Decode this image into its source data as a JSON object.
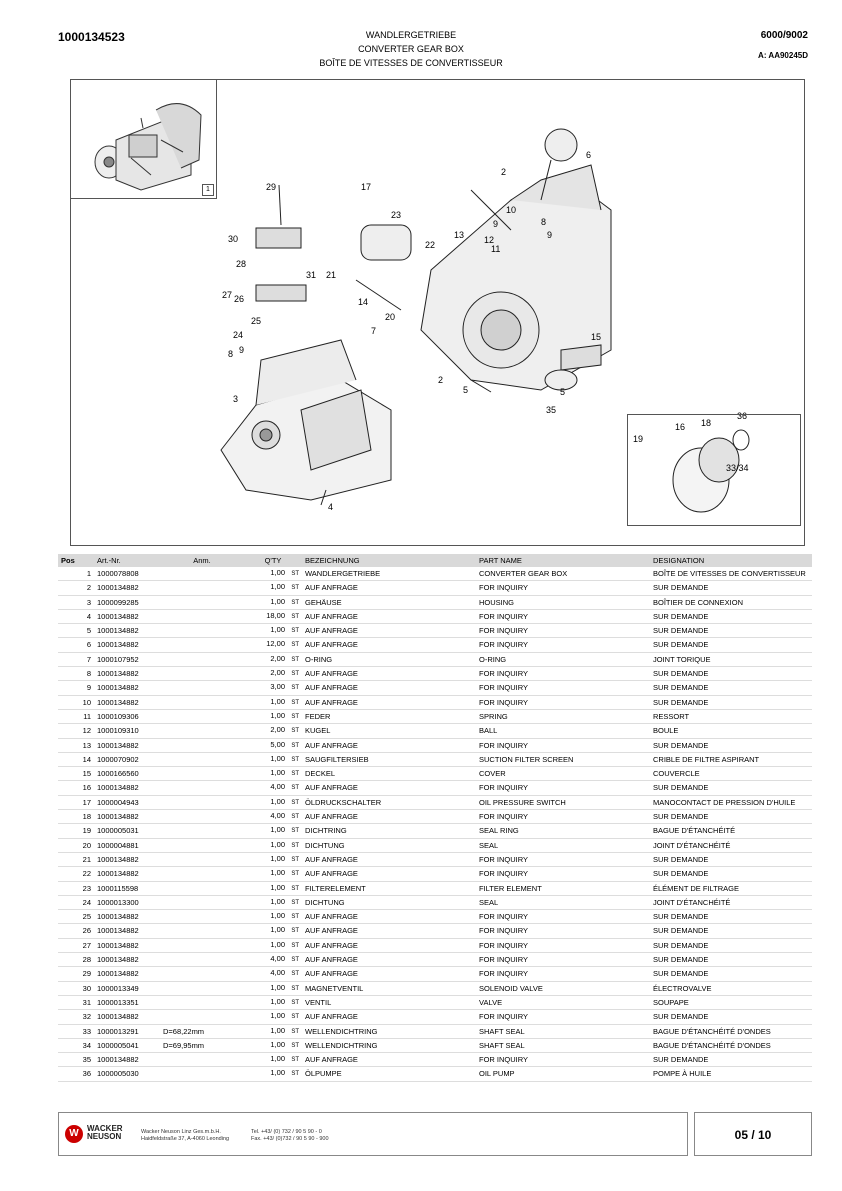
{
  "header": {
    "doc_number": "1000134523",
    "title_de": "WANDLERGETRIEBE",
    "title_en": "CONVERTER GEAR BOX",
    "title_fr": "BOÎTE DE VITESSES DE CONVERTISSEUR",
    "code": "6000/9002",
    "code_a": "A: AA90245D"
  },
  "figure": {
    "thumb_number": "1",
    "callouts": [
      {
        "id": "c1",
        "label": "2"
      },
      {
        "id": "c2",
        "label": "6"
      },
      {
        "id": "c3",
        "label": "29"
      },
      {
        "id": "c4",
        "label": "17"
      },
      {
        "id": "c5",
        "label": "23"
      },
      {
        "id": "c6",
        "label": "10"
      },
      {
        "id": "c7",
        "label": "8"
      },
      {
        "id": "c8",
        "label": "9"
      },
      {
        "id": "c9",
        "label": "9"
      },
      {
        "id": "c10",
        "label": "13"
      },
      {
        "id": "c11",
        "label": "12"
      },
      {
        "id": "c12",
        "label": "11"
      },
      {
        "id": "c13",
        "label": "30"
      },
      {
        "id": "c14",
        "label": "22"
      },
      {
        "id": "c15",
        "label": "28"
      },
      {
        "id": "c16",
        "label": "31"
      },
      {
        "id": "c17",
        "label": "21"
      },
      {
        "id": "c18",
        "label": "27"
      },
      {
        "id": "c19",
        "label": "26"
      },
      {
        "id": "c20",
        "label": "14"
      },
      {
        "id": "c21",
        "label": "20"
      },
      {
        "id": "c22",
        "label": "25"
      },
      {
        "id": "c23",
        "label": "7"
      },
      {
        "id": "c24",
        "label": "24"
      },
      {
        "id": "c25",
        "label": "15"
      },
      {
        "id": "c26",
        "label": "9"
      },
      {
        "id": "c27",
        "label": "8"
      },
      {
        "id": "c28",
        "label": "2"
      },
      {
        "id": "c29",
        "label": "5"
      },
      {
        "id": "c30",
        "label": "5"
      },
      {
        "id": "c31",
        "label": "3"
      },
      {
        "id": "c32",
        "label": "35"
      },
      {
        "id": "c33",
        "label": "36"
      },
      {
        "id": "c34",
        "label": "16"
      },
      {
        "id": "c35",
        "label": "18"
      },
      {
        "id": "c36",
        "label": "19"
      },
      {
        "id": "c37",
        "label": "33/34"
      },
      {
        "id": "c38",
        "label": "4"
      }
    ]
  },
  "table": {
    "headers": {
      "pos": "Pos",
      "art": "Art.-Nr.",
      "anm": "Anm.",
      "qty": "Q'TY",
      "bez": "BEZEICHNUNG",
      "part": "PART NAME",
      "des": "DESIGNATION"
    },
    "unit": "ST",
    "rows": [
      {
        "pos": "1",
        "art": "1000078808",
        "anm": "",
        "qty": "1,00",
        "bez": "WANDLERGETRIEBE",
        "part": "CONVERTER GEAR BOX",
        "des": "BOÎTE DE VITESSES DE CONVERTISSEUR"
      },
      {
        "pos": "2",
        "art": "1000134882",
        "anm": "",
        "qty": "1,00",
        "bez": "AUF ANFRAGE",
        "part": "FOR INQUIRY",
        "des": "SUR DEMANDE"
      },
      {
        "pos": "3",
        "art": "1000099285",
        "anm": "",
        "qty": "1,00",
        "bez": "GEHÄUSE",
        "part": "HOUSING",
        "des": "BOÎTIER DE CONNEXION"
      },
      {
        "pos": "4",
        "art": "1000134882",
        "anm": "",
        "qty": "18,00",
        "bez": "AUF ANFRAGE",
        "part": "FOR INQUIRY",
        "des": "SUR DEMANDE"
      },
      {
        "pos": "5",
        "art": "1000134882",
        "anm": "",
        "qty": "1,00",
        "bez": "AUF ANFRAGE",
        "part": "FOR INQUIRY",
        "des": "SUR DEMANDE"
      },
      {
        "pos": "6",
        "art": "1000134882",
        "anm": "",
        "qty": "12,00",
        "bez": "AUF ANFRAGE",
        "part": "FOR INQUIRY",
        "des": "SUR DEMANDE"
      },
      {
        "pos": "7",
        "art": "1000107952",
        "anm": "",
        "qty": "2,00",
        "bez": "O-RING",
        "part": "O-RING",
        "des": "JOINT TORIQUE"
      },
      {
        "pos": "8",
        "art": "1000134882",
        "anm": "",
        "qty": "2,00",
        "bez": "AUF ANFRAGE",
        "part": "FOR INQUIRY",
        "des": "SUR DEMANDE"
      },
      {
        "pos": "9",
        "art": "1000134882",
        "anm": "",
        "qty": "3,00",
        "bez": "AUF ANFRAGE",
        "part": "FOR INQUIRY",
        "des": "SUR DEMANDE"
      },
      {
        "pos": "10",
        "art": "1000134882",
        "anm": "",
        "qty": "1,00",
        "bez": "AUF ANFRAGE",
        "part": "FOR INQUIRY",
        "des": "SUR DEMANDE"
      },
      {
        "pos": "11",
        "art": "1000109306",
        "anm": "",
        "qty": "1,00",
        "bez": "FEDER",
        "part": "SPRING",
        "des": "RESSORT"
      },
      {
        "pos": "12",
        "art": "1000109310",
        "anm": "",
        "qty": "2,00",
        "bez": "KUGEL",
        "part": "BALL",
        "des": "BOULE"
      },
      {
        "pos": "13",
        "art": "1000134882",
        "anm": "",
        "qty": "5,00",
        "bez": "AUF ANFRAGE",
        "part": "FOR INQUIRY",
        "des": "SUR DEMANDE"
      },
      {
        "pos": "14",
        "art": "1000070902",
        "anm": "",
        "qty": "1,00",
        "bez": "SAUGFILTERSIEB",
        "part": "SUCTION FILTER SCREEN",
        "des": "CRIBLE DE FILTRE ASPIRANT"
      },
      {
        "pos": "15",
        "art": "1000166560",
        "anm": "",
        "qty": "1,00",
        "bez": "DECKEL",
        "part": "COVER",
        "des": "COUVERCLE"
      },
      {
        "pos": "16",
        "art": "1000134882",
        "anm": "",
        "qty": "4,00",
        "bez": "AUF ANFRAGE",
        "part": "FOR INQUIRY",
        "des": "SUR DEMANDE"
      },
      {
        "pos": "17",
        "art": "1000004943",
        "anm": "",
        "qty": "1,00",
        "bez": "ÖLDRUCKSCHALTER",
        "part": "OIL PRESSURE SWITCH",
        "des": "MANOCONTACT DE PRESSION D'HUILE"
      },
      {
        "pos": "18",
        "art": "1000134882",
        "anm": "",
        "qty": "4,00",
        "bez": "AUF ANFRAGE",
        "part": "FOR INQUIRY",
        "des": "SUR DEMANDE"
      },
      {
        "pos": "19",
        "art": "1000005031",
        "anm": "",
        "qty": "1,00",
        "bez": "DICHTRING",
        "part": "SEAL RING",
        "des": "BAGUE D'ÉTANCHÉITÉ"
      },
      {
        "pos": "20",
        "art": "1000004881",
        "anm": "",
        "qty": "1,00",
        "bez": "DICHTUNG",
        "part": "SEAL",
        "des": "JOINT D'ÉTANCHÉITÉ"
      },
      {
        "pos": "21",
        "art": "1000134882",
        "anm": "",
        "qty": "1,00",
        "bez": "AUF ANFRAGE",
        "part": "FOR INQUIRY",
        "des": "SUR DEMANDE"
      },
      {
        "pos": "22",
        "art": "1000134882",
        "anm": "",
        "qty": "1,00",
        "bez": "AUF ANFRAGE",
        "part": "FOR INQUIRY",
        "des": "SUR DEMANDE"
      },
      {
        "pos": "23",
        "art": "1000115598",
        "anm": "",
        "qty": "1,00",
        "bez": "FILTERELEMENT",
        "part": "FILTER ELEMENT",
        "des": "ÉLÉMENT DE FILTRAGE"
      },
      {
        "pos": "24",
        "art": "1000013300",
        "anm": "",
        "qty": "1,00",
        "bez": "DICHTUNG",
        "part": "SEAL",
        "des": "JOINT D'ÉTANCHÉITÉ"
      },
      {
        "pos": "25",
        "art": "1000134882",
        "anm": "",
        "qty": "1,00",
        "bez": "AUF ANFRAGE",
        "part": "FOR INQUIRY",
        "des": "SUR DEMANDE"
      },
      {
        "pos": "26",
        "art": "1000134882",
        "anm": "",
        "qty": "1,00",
        "bez": "AUF ANFRAGE",
        "part": "FOR INQUIRY",
        "des": "SUR DEMANDE"
      },
      {
        "pos": "27",
        "art": "1000134882",
        "anm": "",
        "qty": "1,00",
        "bez": "AUF ANFRAGE",
        "part": "FOR INQUIRY",
        "des": "SUR DEMANDE"
      },
      {
        "pos": "28",
        "art": "1000134882",
        "anm": "",
        "qty": "4,00",
        "bez": "AUF ANFRAGE",
        "part": "FOR INQUIRY",
        "des": "SUR DEMANDE"
      },
      {
        "pos": "29",
        "art": "1000134882",
        "anm": "",
        "qty": "4,00",
        "bez": "AUF ANFRAGE",
        "part": "FOR INQUIRY",
        "des": "SUR DEMANDE"
      },
      {
        "pos": "30",
        "art": "1000013349",
        "anm": "",
        "qty": "1,00",
        "bez": "MAGNETVENTIL",
        "part": "SOLENOID VALVE",
        "des": "ÉLECTROVALVE"
      },
      {
        "pos": "31",
        "art": "1000013351",
        "anm": "",
        "qty": "1,00",
        "bez": "VENTIL",
        "part": "VALVE",
        "des": "SOUPAPE"
      },
      {
        "pos": "32",
        "art": "1000134882",
        "anm": "",
        "qty": "1,00",
        "bez": "AUF ANFRAGE",
        "part": "FOR INQUIRY",
        "des": "SUR DEMANDE"
      },
      {
        "pos": "33",
        "art": "1000013291",
        "anm": "D=68,22mm",
        "qty": "1,00",
        "bez": "WELLENDICHTRING",
        "part": "SHAFT SEAL",
        "des": "BAGUE D'ÉTANCHÉITÉ D'ONDES"
      },
      {
        "pos": "34",
        "art": "1000005041",
        "anm": "D=69,95mm",
        "qty": "1,00",
        "bez": "WELLENDICHTRING",
        "part": "SHAFT SEAL",
        "des": "BAGUE D'ÉTANCHÉITÉ D'ONDES"
      },
      {
        "pos": "35",
        "art": "1000134882",
        "anm": "",
        "qty": "1,00",
        "bez": "AUF ANFRAGE",
        "part": "FOR INQUIRY",
        "des": "SUR DEMANDE"
      },
      {
        "pos": "36",
        "art": "1000005030",
        "anm": "",
        "qty": "1,00",
        "bez": "ÖLPUMPE",
        "part": "OIL PUMP",
        "des": "POMPE À HUILE"
      }
    ]
  },
  "footer": {
    "logo_top": "WACKER",
    "logo_bottom": "NEUSON",
    "company_line1": "Wacker Neuson Linz Ges.m.b.H.",
    "company_line2": "Haidfeldstraße 37, A-4060 Leonding",
    "tel": "Tel. +43/ (0) 732 / 90 5 90 - 0",
    "fax": "Fax. +43/ (0)732 / 90 5 90 - 900",
    "page": "05 / 10"
  }
}
